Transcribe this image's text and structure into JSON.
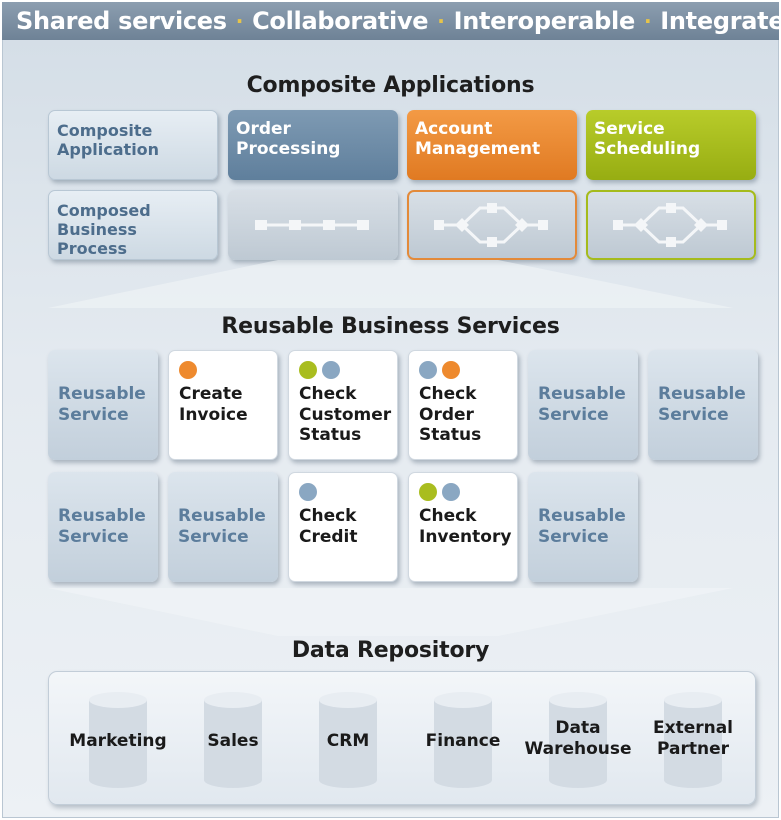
{
  "banner": {
    "items": [
      "Shared services",
      "Collaborative",
      "Interoperable",
      "Integrated"
    ],
    "separator": "·"
  },
  "composite": {
    "title": "Composite Applications",
    "row_labels": [
      "Composite Application",
      "Composed Business Process"
    ],
    "apps": [
      {
        "label": "Order Processing",
        "color": "#6a89a6"
      },
      {
        "label": "Account Management",
        "color": "#ea8a32"
      },
      {
        "label": "Service Scheduling",
        "color": "#a8bd1e"
      }
    ]
  },
  "services": {
    "title": "Reusable Business Services",
    "row1": [
      {
        "label": "Reusable Service",
        "dots": []
      },
      {
        "label": "Create Invoice",
        "dots": [
          "orange"
        ]
      },
      {
        "label": "Check Customer Status",
        "dots": [
          "green",
          "blue"
        ]
      },
      {
        "label": "Check Order Status",
        "dots": [
          "blue",
          "orange"
        ]
      },
      {
        "label": "Reusable Service",
        "dots": []
      },
      {
        "label": "Reusable Service",
        "dots": []
      }
    ],
    "row2": [
      {
        "label": "Reusable Service",
        "dots": []
      },
      {
        "label": "Reusable Service",
        "dots": []
      },
      {
        "label": "Check Credit",
        "dots": [
          "blue"
        ]
      },
      {
        "label": "Check Inventory",
        "dots": [
          "green",
          "blue"
        ]
      },
      {
        "label": "Reusable Service",
        "dots": []
      }
    ]
  },
  "data": {
    "title": "Data Repository",
    "stores": [
      "Marketing",
      "Sales",
      "CRM",
      "Finance",
      "Data Warehouse",
      "External Partner"
    ]
  },
  "colors": {
    "orange": "#ee8a2e",
    "green": "#a9bd1f",
    "blue": "#8aa7c2"
  }
}
